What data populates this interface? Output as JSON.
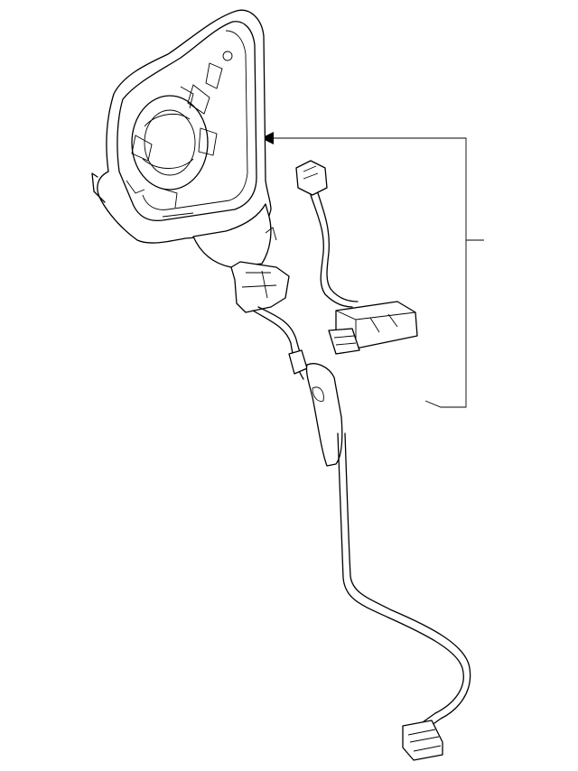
{
  "colors": {
    "line": "#000000",
    "background": "#ffffff"
  },
  "diagram": {
    "parts": [
      "mirror-assembly",
      "mirror-housing",
      "mirror-glass-backing",
      "mounting-arm",
      "short-harness-connector",
      "connector-block",
      "long-harness-cable",
      "end-connector",
      "callout-bracket",
      "callout-arrow"
    ]
  }
}
